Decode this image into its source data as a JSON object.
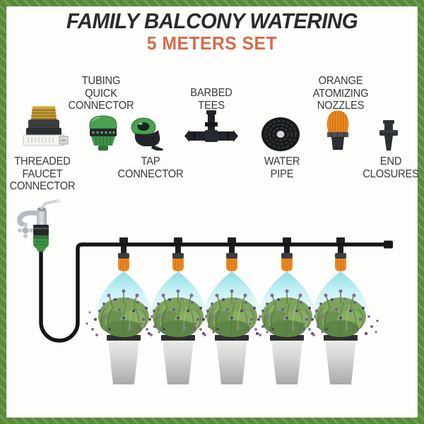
{
  "header": {
    "title": "FAMILY BALCONY WATERING",
    "subtitle": "5 METERS SET"
  },
  "components": [
    {
      "id": "threaded-faucet-connector",
      "label": "THREADED\nFAUCET\nCONNECTOR",
      "label_position": "below",
      "icon": "threaded-faucet-connector-icon"
    },
    {
      "id": "tubing-quick-connector",
      "label": "TUBING\nQUICK\nCONNECTOR",
      "label_position": "above",
      "icon": "tubing-quick-connector-icon"
    },
    {
      "id": "tap-connector",
      "label": "TAP\nCONNECTOR",
      "label_position": "below",
      "icon": "tap-connector-icon"
    },
    {
      "id": "barbed-tees",
      "label": "BARBED\nTEES",
      "label_position": "above",
      "icon": "barbed-tee-icon"
    },
    {
      "id": "water-pipe",
      "label": "WATER\nPIPE",
      "label_position": "below",
      "icon": "water-pipe-icon"
    },
    {
      "id": "orange-atomizing-nozzles",
      "label": "ORANGE\nATOMIZING\nNOZZLES",
      "label_position": "above",
      "icon": "atomizing-nozzle-icon"
    },
    {
      "id": "end-closures",
      "label": "END\nCLOSURES",
      "label_position": "below",
      "icon": "end-closure-icon"
    }
  ],
  "diagram": {
    "nozzle_count": 5,
    "plant_count": 5
  },
  "colors": {
    "frame_green": "#59893b",
    "frame_stripe": "#6f9e50",
    "title_text": "#2b2b2b",
    "subtitle_text": "#d8694a",
    "label_text": "#383838",
    "pipe_black": "#151515",
    "connector_green": "#3f9447",
    "nozzle_orange": "#ee8a25",
    "mist_cyan": "#9adfe7",
    "brass": "#c89c36",
    "pot_gray": "#d2d2d0",
    "plant_green": "#6f9a50",
    "flower_purple": "#7b5795"
  }
}
